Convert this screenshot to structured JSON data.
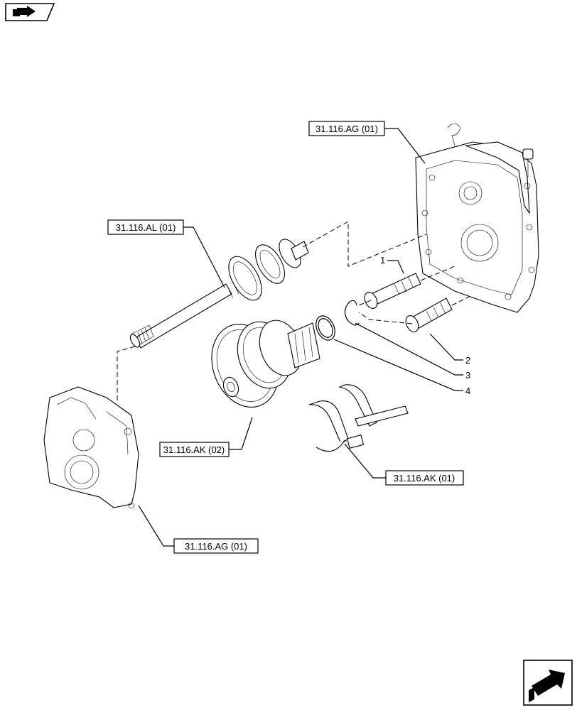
{
  "references": {
    "housing_top": "31.116.AG (01)",
    "main_shaft": "31.116.AL (01)",
    "gear_cluster": "31.116.AK (02)",
    "shift_forks": "31.116.AK (01)",
    "housing_bottom": "31.116.AG (01)"
  },
  "callouts": {
    "c1": "1",
    "c2": "2",
    "c3": "3",
    "c4": "4"
  },
  "icons": {
    "top_left": "page-nav-arrow-icon",
    "bottom_right": "next-page-arrow-icon"
  }
}
